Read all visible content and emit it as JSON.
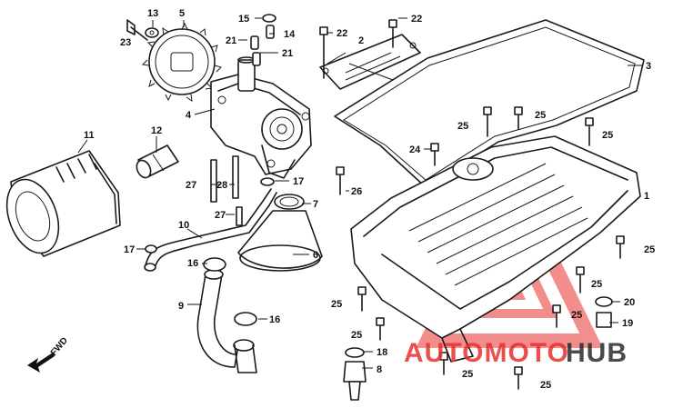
{
  "diagram": {
    "callouts": [
      {
        "id": "c1",
        "label": "1"
      },
      {
        "id": "c2",
        "label": "2"
      },
      {
        "id": "c3",
        "label": "3"
      },
      {
        "id": "c4",
        "label": "4"
      },
      {
        "id": "c5",
        "label": "5"
      },
      {
        "id": "c6",
        "label": "6"
      },
      {
        "id": "c7",
        "label": "7"
      },
      {
        "id": "c8",
        "label": "8"
      },
      {
        "id": "c9",
        "label": "9"
      },
      {
        "id": "c10",
        "label": "10"
      },
      {
        "id": "c11",
        "label": "11"
      },
      {
        "id": "c12",
        "label": "12"
      },
      {
        "id": "c13",
        "label": "13"
      },
      {
        "id": "c14",
        "label": "14"
      },
      {
        "id": "c15",
        "label": "15"
      },
      {
        "id": "c16a",
        "label": "16"
      },
      {
        "id": "c16b",
        "label": "16"
      },
      {
        "id": "c17a",
        "label": "17"
      },
      {
        "id": "c17b",
        "label": "17"
      },
      {
        "id": "c18",
        "label": "18"
      },
      {
        "id": "c19",
        "label": "19"
      },
      {
        "id": "c20",
        "label": "20"
      },
      {
        "id": "c21a",
        "label": "21"
      },
      {
        "id": "c21b",
        "label": "21"
      },
      {
        "id": "c22a",
        "label": "22"
      },
      {
        "id": "c22b",
        "label": "22"
      },
      {
        "id": "c23",
        "label": "23"
      },
      {
        "id": "c24",
        "label": "24"
      },
      {
        "id": "c25a",
        "label": "25"
      },
      {
        "id": "c25b",
        "label": "25"
      },
      {
        "id": "c25c",
        "label": "25"
      },
      {
        "id": "c25d",
        "label": "25"
      },
      {
        "id": "c25e",
        "label": "25"
      },
      {
        "id": "c25f",
        "label": "25"
      },
      {
        "id": "c25g",
        "label": "25"
      },
      {
        "id": "c25h",
        "label": "25"
      },
      {
        "id": "c25i",
        "label": "25"
      },
      {
        "id": "c25j",
        "label": "25"
      },
      {
        "id": "c26",
        "label": "26"
      },
      {
        "id": "c27a",
        "label": "27"
      },
      {
        "id": "c27b",
        "label": "27"
      },
      {
        "id": "c28",
        "label": "28"
      }
    ],
    "fwd_indicator": "FWD"
  },
  "watermark": {
    "text_part1": "AUTOMOTO",
    "text_part2": "HUB",
    "color_primary": "#e8312f",
    "color_secondary": "#2b2b2b"
  }
}
